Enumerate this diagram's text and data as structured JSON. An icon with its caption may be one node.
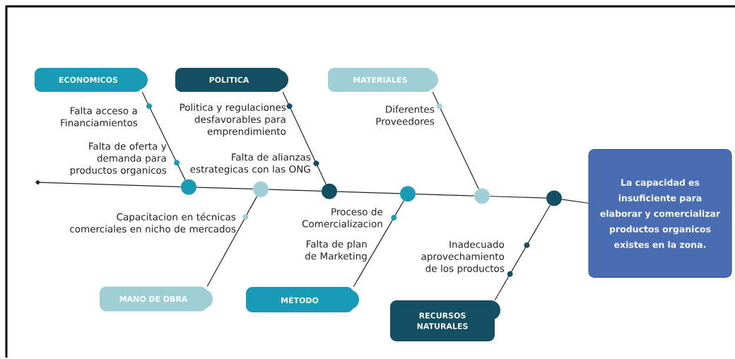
{
  "diagram": {
    "nodes": [
      {
        "text": [
          "ECONOMICOS"
        ]
      },
      {
        "text": [
          "POLITICA"
        ]
      },
      {
        "text": [
          "MATERIALES"
        ]
      },
      {
        "text": [],
        "shape": "circle"
      },
      {
        "text": [],
        "shape": "circle"
      },
      {
        "text": [],
        "shape": "circle"
      },
      {
        "text": [],
        "shape": "circle"
      },
      {
        "text": [],
        "shape": "circle"
      },
      {
        "text": [],
        "shape": "circle"
      },
      {
        "text": [
          "La capacidad es insuficiente para elaborar y comercializar productos organicos existes en la zona."
        ]
      },
      {
        "text": [
          "MANO DE OBRA"
        ]
      },
      {
        "text": [
          "MÉTODO"
        ]
      },
      {
        "text": [
          "RECURSOS NATURALES"
        ]
      }
    ],
    "edges": [
      {
        "from": 0,
        "to": 3,
        "arrow": "none"
      },
      {
        "from": 1,
        "to": 5,
        "arrow": "none"
      },
      {
        "from": 2,
        "to": 7,
        "arrow": "none"
      },
      {
        "from": 10,
        "to": 4,
        "arrow": "none"
      },
      {
        "from": 11,
        "to": 6,
        "arrow": "none"
      },
      {
        "from": 12,
        "to": 8,
        "arrow": "none"
      },
      {
        "from": null,
        "to": 3,
        "arrow": "other"
      },
      {
        "from": 3,
        "to": 4,
        "arrow": "none"
      },
      {
        "from": 4,
        "to": 5,
        "arrow": "none"
      },
      {
        "from": 5,
        "to": 6,
        "arrow": "none"
      },
      {
        "from": 6,
        "to": 7,
        "arrow": "none"
      },
      {
        "from": 7,
        "to": 8,
        "arrow": "none"
      },
      {
        "from": 8,
        "to": 9,
        "arrow": "none"
      }
    ],
    "labels": [
      "Falta acceso a Financiamientos",
      "Politica y regulaciones desfavorables para emprendimiento",
      "Diferentes Proveedores",
      "Falta de oferta y demanda para productos organicos",
      "Falta de alianzas estrategicas con las ONG",
      "Capacitacion en técnicas comerciales en nicho de mercados",
      "Proceso de Comercializacion",
      "Falta de plan de Marketing",
      "Inadecuado aprovechamiento de los productos"
    ]
  }
}
